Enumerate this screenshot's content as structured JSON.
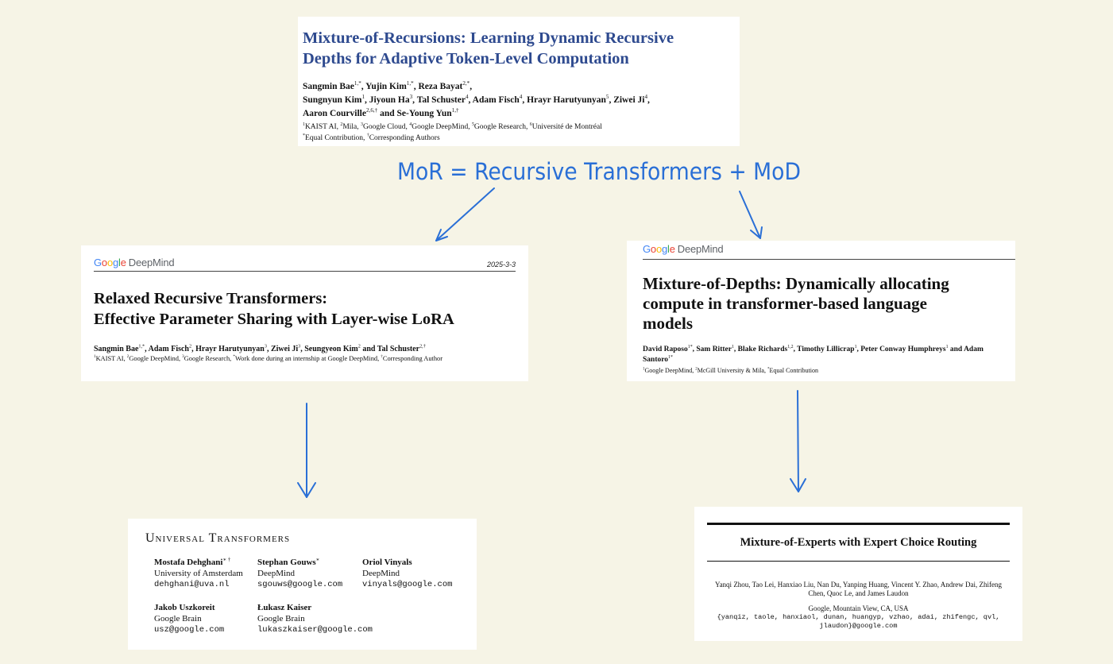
{
  "mor": {
    "title_line1": "Mixture-of-Recursions: Learning Dynamic Recursive",
    "title_line2": "Depths for Adaptive Token-Level Computation",
    "authors": [
      {
        "name": "Sangmin Bae",
        "sup": "1,*"
      },
      {
        "name": "Yujin Kim",
        "sup": "1,*"
      },
      {
        "name": "Reza Bayat",
        "sup": "2,*"
      },
      {
        "name": "Sungnyun Kim",
        "sup": "1"
      },
      {
        "name": "Jiyoun Ha",
        "sup": "3"
      },
      {
        "name": "Tal Schuster",
        "sup": "4"
      },
      {
        "name": "Adam Fisch",
        "sup": "4"
      },
      {
        "name": "Hrayr Harutyunyan",
        "sup": "5"
      },
      {
        "name": "Ziwei Ji",
        "sup": "4"
      },
      {
        "name": "Aaron Courville",
        "sup": "2,6,†"
      },
      {
        "name": "Se-Young Yun",
        "sup": "1,†"
      }
    ],
    "and": "and",
    "affiliations": [
      {
        "sup": "1",
        "text": "KAIST AI"
      },
      {
        "sup": "2",
        "text": "Mila"
      },
      {
        "sup": "3",
        "text": "Google Cloud"
      },
      {
        "sup": "4",
        "text": "Google DeepMind"
      },
      {
        "sup": "5",
        "text": "Google Research"
      },
      {
        "sup": "6",
        "text": "Université de Montréal"
      }
    ],
    "notes": [
      {
        "sup": "*",
        "text": "Equal Contribution"
      },
      {
        "sup": "†",
        "text": "Corresponding Authors"
      }
    ]
  },
  "annotation": {
    "equation": "MoR = Recursive Transformers + MoD",
    "color": "#2a6fd6"
  },
  "brand": {
    "logo_letters": [
      "G",
      "o",
      "o",
      "g",
      "l",
      "e"
    ],
    "logo_suffix": "DeepMind"
  },
  "rrt": {
    "date": "2025-3-3",
    "title_line1": "Relaxed Recursive Transformers:",
    "title_line2": "Effective Parameter Sharing with Layer-wise LoRA",
    "authors": [
      {
        "name": "Sangmin Bae",
        "sup": "1,*"
      },
      {
        "name": "Adam Fisch",
        "sup": "2"
      },
      {
        "name": "Hrayr Harutyunyan",
        "sup": "3"
      },
      {
        "name": "Ziwei Ji",
        "sup": "3"
      },
      {
        "name": "Seungyeon Kim",
        "sup": "2"
      },
      {
        "name": "Tal Schuster",
        "sup": "2,†"
      }
    ],
    "and": "and",
    "affiliations": [
      {
        "sup": "1",
        "text": "KAIST AI"
      },
      {
        "sup": "2",
        "text": "Google DeepMind"
      },
      {
        "sup": "3",
        "text": "Google Research"
      },
      {
        "sup": "*",
        "text": "Work done during an internship at Google DeepMind"
      },
      {
        "sup": "†",
        "text": "Corresponding Author"
      }
    ]
  },
  "mod": {
    "title_line1": "Mixture-of-Depths: Dynamically allocating",
    "title_line2": "compute in transformer-based language",
    "title_line3": "models",
    "authors": [
      {
        "name": "David Raposo",
        "sup": "1*"
      },
      {
        "name": "Sam Ritter",
        "sup": "1"
      },
      {
        "name": "Blake Richards",
        "sup": "1,2"
      },
      {
        "name": "Timothy Lillicrap",
        "sup": "1"
      },
      {
        "name": "Peter Conway Humphreys",
        "sup": "1"
      },
      {
        "name": "Adam Santoro",
        "sup": "1*"
      }
    ],
    "and": "and",
    "affiliations": [
      {
        "sup": "1",
        "text": "Google DeepMind"
      },
      {
        "sup": "2",
        "text": "McGill University & Mila"
      },
      {
        "sup": "*",
        "text": "Equal Contribution"
      }
    ]
  },
  "ut": {
    "title": "Universal Transformers",
    "authors": [
      {
        "name": "Mostafa Dehghani",
        "sup": "∗ †",
        "org": "University of Amsterdam",
        "email": "dehghani@uva.nl"
      },
      {
        "name": "Stephan Gouws",
        "sup": "∗",
        "org": "DeepMind",
        "email": "sgouws@google.com"
      },
      {
        "name": "Oriol Vinyals",
        "sup": "",
        "org": "DeepMind",
        "email": "vinyals@google.com"
      },
      {
        "name": "Jakob Uszkoreit",
        "sup": "",
        "org": "Google Brain",
        "email": "usz@google.com"
      },
      {
        "name": "Łukasz Kaiser",
        "sup": "",
        "org": "Google Brain",
        "email": "lukaszkaiser@google.com"
      }
    ]
  },
  "moe": {
    "title": "Mixture-of-Experts with Expert Choice Routing",
    "authors": "Yanqi Zhou, Tao Lei, Hanxiao Liu, Nan Du, Yanping Huang, Vincent Y. Zhao, Andrew Dai, Zhifeng Chen, Quoc Le, and James Laudon",
    "org": "Google, Mountain View, CA, USA",
    "emails_line1": "{yanqiz, taole, hanxiaol, dunan, huangyp, vzhao, adai, zhifengc, qvl,",
    "emails_line2": "jlaudon}@google.com"
  }
}
